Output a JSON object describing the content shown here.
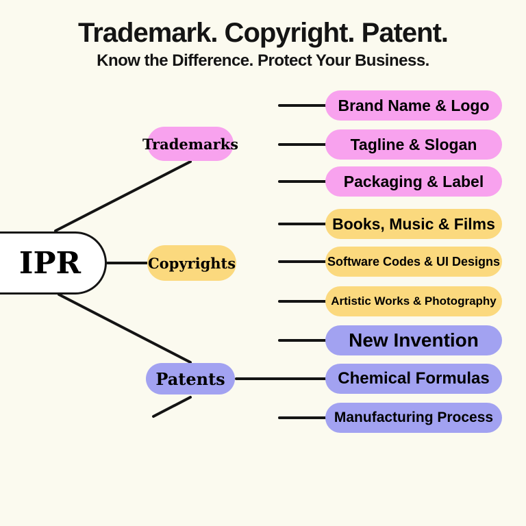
{
  "meta": {
    "background_color": "#FBFAEF",
    "ink_color": "#141414",
    "line_color": "#141414"
  },
  "header": {
    "title": "Trademark. Copyright. Patent.",
    "subtitle": "Know the Difference. Protect Your Business."
  },
  "root": {
    "label": "IPR",
    "fill": "#FFFFFF"
  },
  "branches": [
    {
      "label": "Trademarks",
      "color": "#F8A2EE",
      "children": [
        "Brand Name & Logo",
        "Tagline & Slogan",
        "Packaging & Label"
      ]
    },
    {
      "label": "Copyrights",
      "color": "#FBD97E",
      "children": [
        "Books, Music & Films",
        "Software Codes & UI Designs",
        "Artistic Works & Photography"
      ]
    },
    {
      "label": "Patents",
      "color": "#A2A2F1",
      "children": [
        "New Invention",
        "Chemical Formulas",
        "Manufacturing Process"
      ]
    }
  ]
}
